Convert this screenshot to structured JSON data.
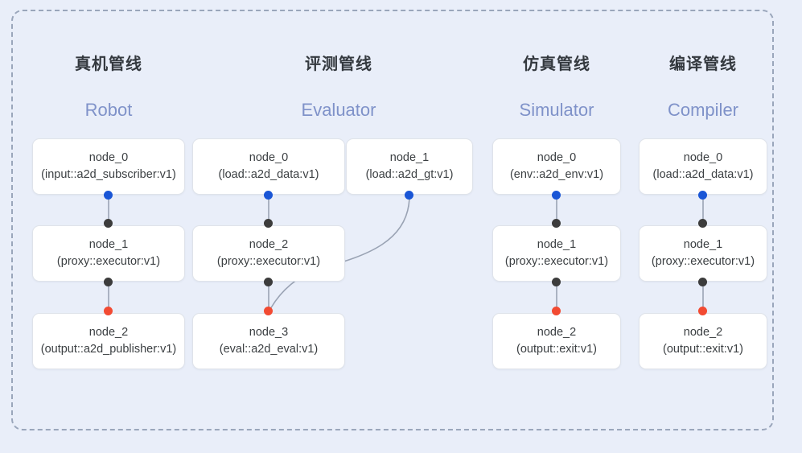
{
  "frame": {
    "border_style": "dashed",
    "border_color": "#9aa6bb",
    "background": "#e9eef9"
  },
  "palette": {
    "port_input": "#1a56d6",
    "port_mid": "#3c3c3c",
    "port_output": "#f24a32",
    "node_bg": "#ffffff",
    "node_border": "#dfe3ea",
    "title_color": "#34393f",
    "subtitle_color": "#7f92c9",
    "edge_color": "#9aa3b4"
  },
  "columns": [
    {
      "id": "robot",
      "title": "真机管线",
      "subtitle": "Robot",
      "nodes": [
        {
          "name": "node_0",
          "type": "(input::a2d_subscriber:v1)"
        },
        {
          "name": "node_1",
          "type": "(proxy::executor:v1)"
        },
        {
          "name": "node_2",
          "type": "(output::a2d_publisher:v1)"
        }
      ]
    },
    {
      "id": "evaluator",
      "title": "评测管线",
      "subtitle": "Evaluator",
      "nodes": [
        {
          "name": "node_0",
          "type": "(load::a2d_data:v1)"
        },
        {
          "name": "node_1",
          "type": "(load::a2d_gt:v1)"
        },
        {
          "name": "node_2",
          "type": "(proxy::executor:v1)"
        },
        {
          "name": "node_3",
          "type": "(eval::a2d_eval:v1)"
        }
      ]
    },
    {
      "id": "simulator",
      "title": "仿真管线",
      "subtitle": "Simulator",
      "nodes": [
        {
          "name": "node_0",
          "type": "(env::a2d_env:v1)"
        },
        {
          "name": "node_1",
          "type": "(proxy::executor:v1)"
        },
        {
          "name": "node_2",
          "type": "(output::exit:v1)"
        }
      ]
    },
    {
      "id": "compiler",
      "title": "编译管线",
      "subtitle": "Compiler",
      "nodes": [
        {
          "name": "node_0",
          "type": "(load::a2d_data:v1)"
        },
        {
          "name": "node_1",
          "type": "(proxy::executor:v1)"
        },
        {
          "name": "node_2",
          "type": "(output::exit:v1)"
        }
      ]
    }
  ]
}
